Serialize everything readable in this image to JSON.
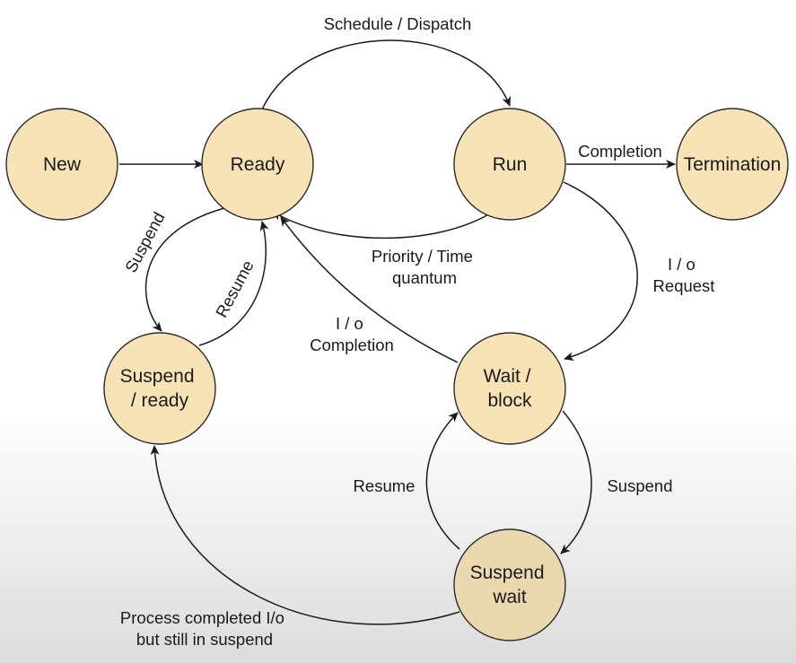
{
  "colors": {
    "background_top": "#ffffff",
    "background_bottom": "#dcdcdc",
    "state_fill": "#f7e3b5",
    "state_fill_shaded": "#ead9ae",
    "stroke": "#1a1a1a"
  },
  "states": {
    "new": [
      "New"
    ],
    "ready": [
      "Ready"
    ],
    "run": [
      "Run"
    ],
    "termination": [
      "Termination"
    ],
    "suspend_ready": [
      "Suspend",
      "/ ready"
    ],
    "wait_block": [
      "Wait /",
      "block"
    ],
    "suspend_wait": [
      "Suspend",
      "wait"
    ]
  },
  "transitions": {
    "new_to_ready": [],
    "ready_to_run": [
      "Schedule / Dispatch"
    ],
    "run_to_termination": [
      "Completion"
    ],
    "run_to_ready": [
      "Priority / Time",
      "quantum"
    ],
    "run_to_wait": [
      "I / o",
      "Request"
    ],
    "wait_to_ready": [
      "I / o",
      "Completion"
    ],
    "ready_to_suspend_ready": [
      "Suspend"
    ],
    "suspend_ready_to_ready": [
      "Resume"
    ],
    "wait_to_suspend_wait": [
      "Suspend"
    ],
    "suspend_wait_to_wait": [
      "Resume"
    ],
    "suspend_wait_to_suspend_ready": [
      "Process completed I/o",
      "but still in suspend"
    ]
  }
}
